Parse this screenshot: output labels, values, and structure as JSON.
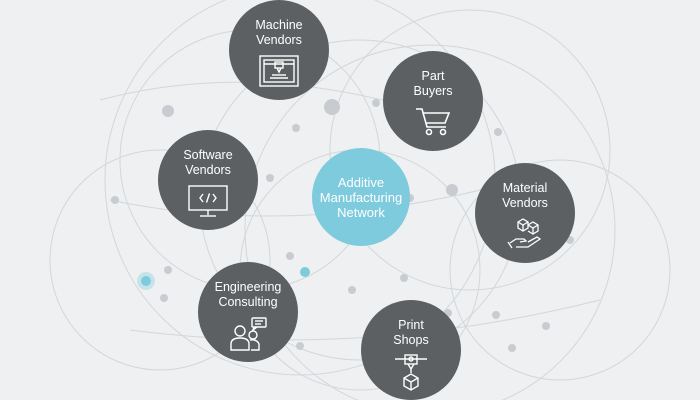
{
  "colors": {
    "background": "#eef0f2",
    "node_fill": "#5c6062",
    "hub_fill": "#7ecbdd",
    "line": "#d3d7da",
    "dot": "#c8ccd0",
    "glow": "#7ecbdd"
  },
  "hub": {
    "label": "Additive\nManufacturing\nNetwork"
  },
  "nodes": {
    "machine_vendors": {
      "label": "Machine\nVendors",
      "icon": "3d-printer-icon"
    },
    "part_buyers": {
      "label": "Part\nBuyers",
      "icon": "shopping-cart-icon"
    },
    "software_vendors": {
      "label": "Software\nVendors",
      "icon": "monitor-code-icon"
    },
    "material_vendors": {
      "label": "Material\nVendors",
      "icon": "hand-cubes-icon"
    },
    "engineering_consulting": {
      "label": "Engineering\nConsulting",
      "icon": "people-chat-icon"
    },
    "print_shops": {
      "label": "Print\nShops",
      "icon": "printer-nozzle-cube-icon"
    }
  }
}
